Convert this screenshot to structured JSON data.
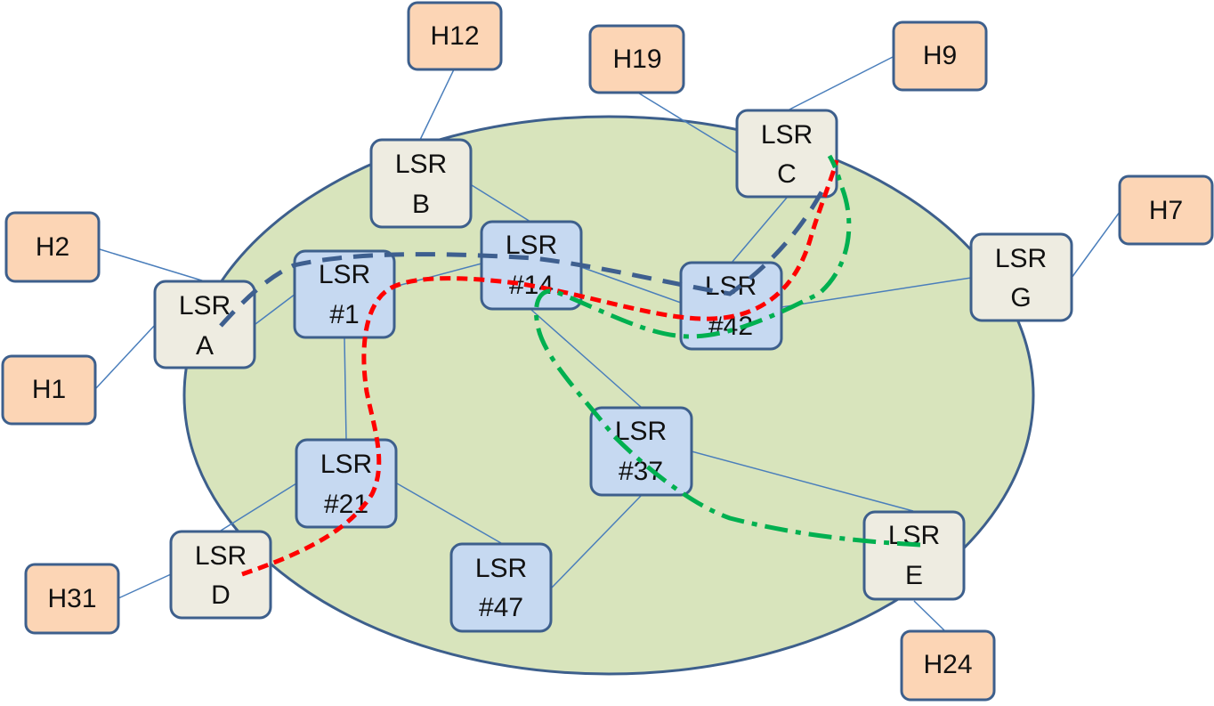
{
  "colors": {
    "domain_fill": "#d8e4bc",
    "domain_stroke": "#3d5f8c",
    "core_fill": "#c6d9f1",
    "edge_fill": "#eeece1",
    "host_fill": "#fcd5b5",
    "box_stroke": "#3d5f8c",
    "link": "#4a7ebb",
    "path_blue": "#3e5f8f",
    "path_red": "#ff0000",
    "path_green": "#00b050"
  },
  "nodes": {
    "lsr_a": {
      "line1": "LSR",
      "line2": "A"
    },
    "lsr_b": {
      "line1": "LSR",
      "line2": "B"
    },
    "lsr_c": {
      "line1": "LSR",
      "line2": "C"
    },
    "lsr_d": {
      "line1": "LSR",
      "line2": "D"
    },
    "lsr_e": {
      "line1": "LSR",
      "line2": "E"
    },
    "lsr_g": {
      "line1": "LSR",
      "line2": "G"
    },
    "lsr_1": {
      "line1": "LSR",
      "line2": "#1"
    },
    "lsr_14": {
      "line1": "LSR",
      "line2": "#14"
    },
    "lsr_21": {
      "line1": "LSR",
      "line2": "#21"
    },
    "lsr_37": {
      "line1": "LSR",
      "line2": "#37"
    },
    "lsr_42": {
      "line1": "LSR",
      "line2": "#42"
    },
    "lsr_47": {
      "line1": "LSR",
      "line2": "#47"
    },
    "h1": {
      "label": "H1"
    },
    "h2": {
      "label": "H2"
    },
    "h7": {
      "label": "H7"
    },
    "h9": {
      "label": "H9"
    },
    "h12": {
      "label": "H12"
    },
    "h19": {
      "label": "H19"
    },
    "h24": {
      "label": "H24"
    },
    "h31": {
      "label": "H31"
    }
  }
}
